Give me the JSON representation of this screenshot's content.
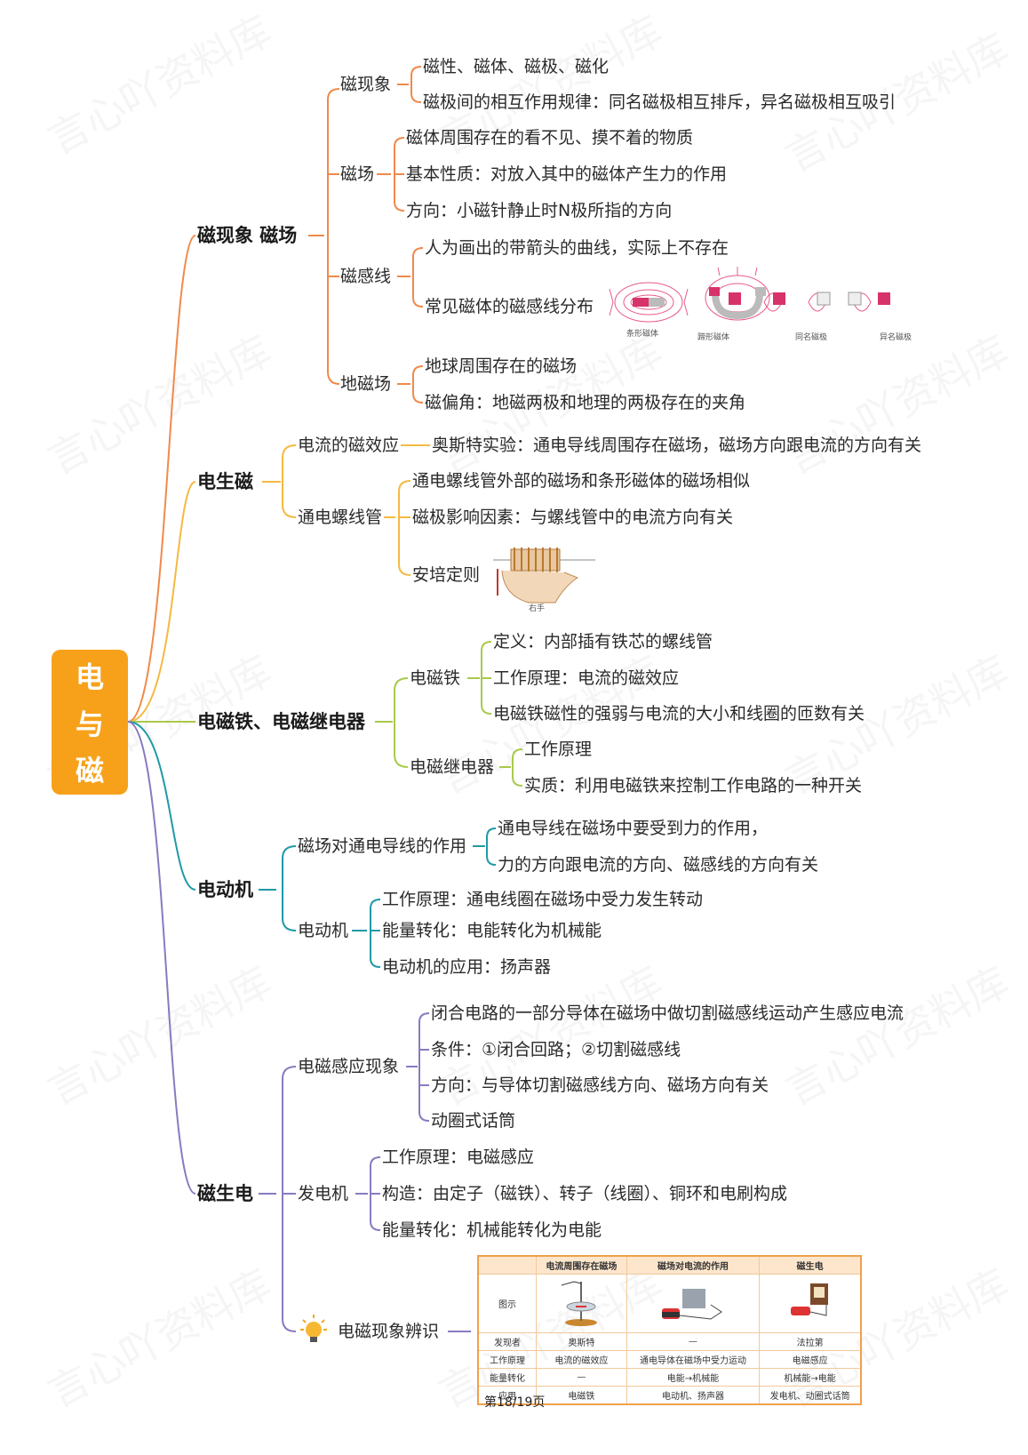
{
  "root": {
    "chars": [
      "电",
      "与",
      "磁"
    ]
  },
  "colors": {
    "orange": "#f7a11a",
    "branch1": "#f08a4b",
    "branch2": "#f5b942",
    "branch3": "#a9c94b",
    "branch4": "#1f9aa6",
    "branch5": "#8a7ac0",
    "watermark": "#cccccc"
  },
  "watermark": "言心吖资料库",
  "b1": {
    "title": "磁现象 磁场",
    "cixianxiang": {
      "label": "磁现象",
      "items": [
        "磁性、磁体、磁极、磁化",
        "磁极间的相互作用规律：同名磁极相互排斥，异名磁极相互吸引"
      ]
    },
    "cichang": {
      "label": "磁场",
      "items": [
        "磁体周围存在的看不见、摸不着的物质",
        "基本性质：对放入其中的磁体产生力的作用",
        "方向：小磁针静止时N极所指的方向"
      ]
    },
    "ciganxian": {
      "label": "磁感线",
      "items": [
        "人为画出的带箭头的曲线，实际上不存在",
        "常见磁体的磁感线分布"
      ],
      "figure_captions": [
        "条形磁体",
        "蹄形磁体",
        "同名磁极",
        "异名磁极"
      ]
    },
    "dicichang": {
      "label": "地磁场",
      "items": [
        "地球周围存在的磁场",
        "磁偏角：地磁两极和地理的两极存在的夹角"
      ]
    }
  },
  "b2": {
    "title": "电生磁",
    "cixiaoying": {
      "label": "电流的磁效应",
      "item": "奥斯特实验：通电导线周围存在磁场，磁场方向跟电流的方向有关"
    },
    "luoxianguan": {
      "label": "通电螺线管",
      "items": [
        "通电螺线管外部的磁场和条形磁体的磁场相似",
        "磁极影响因素：与螺线管中的电流方向有关",
        "安培定则"
      ],
      "figure_caption": "右手"
    }
  },
  "b3": {
    "title": "电磁铁、电磁继电器",
    "dianchitie": {
      "label": "电磁铁",
      "items": [
        "定义：内部插有铁芯的螺线管",
        "工作原理：电流的磁效应",
        "电磁铁磁性的强弱与电流的大小和线圈的匝数有关"
      ]
    },
    "jidianqi": {
      "label": "电磁继电器",
      "items": [
        "工作原理",
        "实质：利用电磁铁来控制工作电路的一种开关"
      ]
    }
  },
  "b4": {
    "title": "电动机",
    "zuoyong": {
      "label": "磁场对通电导线的作用",
      "items": [
        "通电导线在磁场中要受到力的作用，",
        "力的方向跟电流的方向、磁感线的方向有关"
      ]
    },
    "diandongji": {
      "label": "电动机",
      "items": [
        "工作原理：通电线圈在磁场中受力发生转动",
        "能量转化：电能转化为机械能",
        "电动机的应用：扬声器"
      ]
    }
  },
  "b5": {
    "title": "磁生电",
    "ganying": {
      "label": "电磁感应现象",
      "items": [
        "闭合电路的一部分导体在磁场中做切割磁感线运动产生感应电流",
        "条件：①闭合回路；②切割磁感线",
        "方向：与导体切割磁感线方向、磁场方向有关",
        "动圈式话筒"
      ]
    },
    "fadianji": {
      "label": "发电机",
      "items": [
        "工作原理：电磁感应",
        "构造：由定子（磁铁）、转子（线圈）、铜环和电刷构成",
        "能量转化：机械能转化为电能"
      ]
    },
    "bianshi": {
      "label": "电磁现象辨识"
    }
  },
  "table": {
    "headers": [
      "",
      "电流周围存在磁场",
      "磁场对电流的作用",
      "磁生电"
    ],
    "rows": [
      [
        "图示",
        "",
        "",
        ""
      ],
      [
        "发现者",
        "奥斯特",
        "—",
        "法拉第"
      ],
      [
        "工作原理",
        "电流的磁效应",
        "通电导体在磁场中受力运动",
        "电磁感应"
      ],
      [
        "能量转化",
        "—",
        "电能→机械能",
        "机械能→电能"
      ],
      [
        "应用",
        "电磁铁",
        "电动机、扬声器",
        "发电机、动圈式话筒"
      ]
    ]
  },
  "page_label": "第18/19页"
}
